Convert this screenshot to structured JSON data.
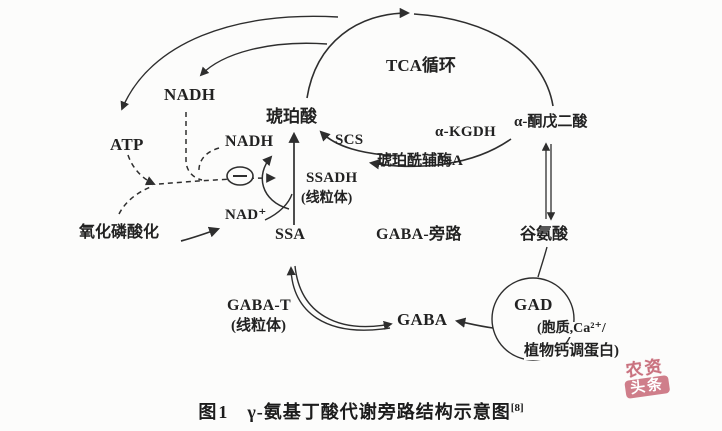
{
  "colors": {
    "background": "#fcfcfb",
    "ink": "#2e2e2e",
    "watermark_pink": "#cf7e8a"
  },
  "diagram": {
    "labels": {
      "nadh_top": "NADH",
      "atp": "ATP",
      "nadh_inner": "NADH",
      "succinate": "琥珀酸",
      "scs": "SCS",
      "ssadh": "SSADH",
      "ssadh_location": "(线粒体)",
      "nad_plus": "NAD⁺",
      "oxidative_phosphorylation": "氧化磷酸化",
      "ssa": "SSA",
      "tca_cycle": "TCA循环",
      "alpha_kgdh": "α-KGDH",
      "alpha_ketoglutarate": "α-酮戊二酸",
      "succinyl_coa": "琥珀酰辅酶A",
      "gaba_bypass": "GABA-旁路",
      "glutamate": "谷氨酸",
      "gad": "GAD",
      "gad_location_line1": "(胞质,Ca²⁺/",
      "gad_location_line2": "植物钙调蛋白)",
      "gaba": "GABA",
      "gaba_t": "GABA-T",
      "gaba_t_location": "(线粒体)"
    }
  },
  "caption": {
    "index": "图1",
    "title": "γ-氨基丁酸代谢旁路结构示意图",
    "reference": "[8]"
  },
  "watermark": {
    "line1": "农资",
    "line2": "头条"
  }
}
